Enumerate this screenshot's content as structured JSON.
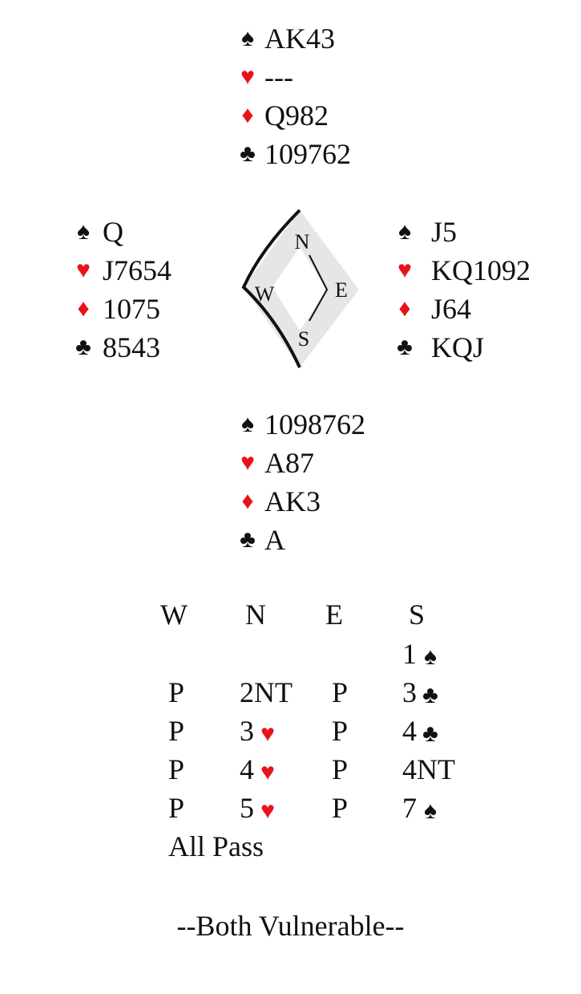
{
  "hands": {
    "north": {
      "spades": "AK43",
      "hearts": "---",
      "diamonds": "Q982",
      "clubs": "109762"
    },
    "west": {
      "spades": "Q",
      "hearts": "J7654",
      "diamonds": "1075",
      "clubs": "8543"
    },
    "east": {
      "spades": "J5",
      "hearts": "KQ1092",
      "diamonds": "J64",
      "clubs": "KQJ"
    },
    "south": {
      "spades": "1098762",
      "hearts": "A87",
      "diamonds": "AK3",
      "clubs": "A"
    }
  },
  "compass": {
    "north": "N",
    "east": "E",
    "south": "S",
    "west": "W"
  },
  "auction": {
    "headers": [
      "W",
      "N",
      "E",
      "S"
    ],
    "rows": [
      [
        null,
        null,
        null,
        {
          "text": "1",
          "suit": "spade"
        }
      ],
      [
        {
          "text": "P"
        },
        {
          "text": "2NT"
        },
        {
          "text": "P"
        },
        {
          "text": "3",
          "suit": "club"
        }
      ],
      [
        {
          "text": "P"
        },
        {
          "text": "3",
          "suit": "heart"
        },
        {
          "text": "P"
        },
        {
          "text": "4",
          "suit": "club"
        }
      ],
      [
        {
          "text": "P"
        },
        {
          "text": "4",
          "suit": "heart"
        },
        {
          "text": "P"
        },
        {
          "text": "4NT"
        }
      ],
      [
        {
          "text": "P"
        },
        {
          "text": "5",
          "suit": "heart"
        },
        {
          "text": "P"
        },
        {
          "text": "7",
          "suit": "spade"
        }
      ]
    ],
    "final": "All Pass"
  },
  "vulnerability": "--Both Vulnerable--",
  "colors": {
    "red_suit": "#e8131a",
    "black_suit": "#111111"
  },
  "suit_icons": {
    "spade": "spade-icon",
    "heart": "heart-icon",
    "diamond": "diamond-icon",
    "club": "club-icon"
  }
}
